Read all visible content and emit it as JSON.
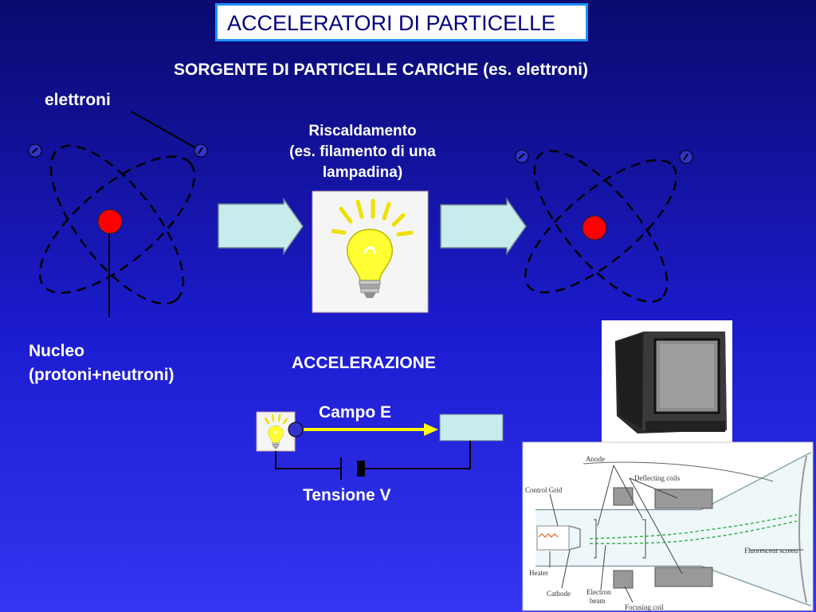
{
  "title": "ACCELERATORI DI PARTICELLE",
  "subtitle": "SORGENTE DI PARTICELLE CARICHE (es. elettroni)",
  "labels": {
    "elettroni": "elettroni",
    "riscaldamento": [
      "Riscaldamento",
      "(es. filamento di una",
      "lampadina)"
    ],
    "nucleo": [
      "Nucleo",
      "(protoni+neutroni)"
    ],
    "accelerazione": "ACCELERAZIONE",
    "campo_e": "Campo E",
    "tensione_v": "Tensione V"
  },
  "crt_diagram": {
    "anode": "Anode",
    "deflecting_coils": "Deflecting coils",
    "control_grid": "Control Grid",
    "fluorescent_screen": "Fluorescent screen",
    "heater": "Heater",
    "cathode": "Cathode",
    "electron_beam": [
      "Electron",
      "beam"
    ],
    "focusing_coil": "Focusing coil"
  },
  "colors": {
    "title_text": "#00007f",
    "title_border": "#1e90ff",
    "nucleus": "#ff0000",
    "electron": "#3333cc",
    "arrow_fill": "#c6ecec",
    "field_arrow": "#ffff00",
    "bulb": "#ffff33"
  },
  "icons": [
    "atom-diagram",
    "light-bulb-icon",
    "arrow-right-icon",
    "tv-photo",
    "crt-tube-diagram"
  ]
}
